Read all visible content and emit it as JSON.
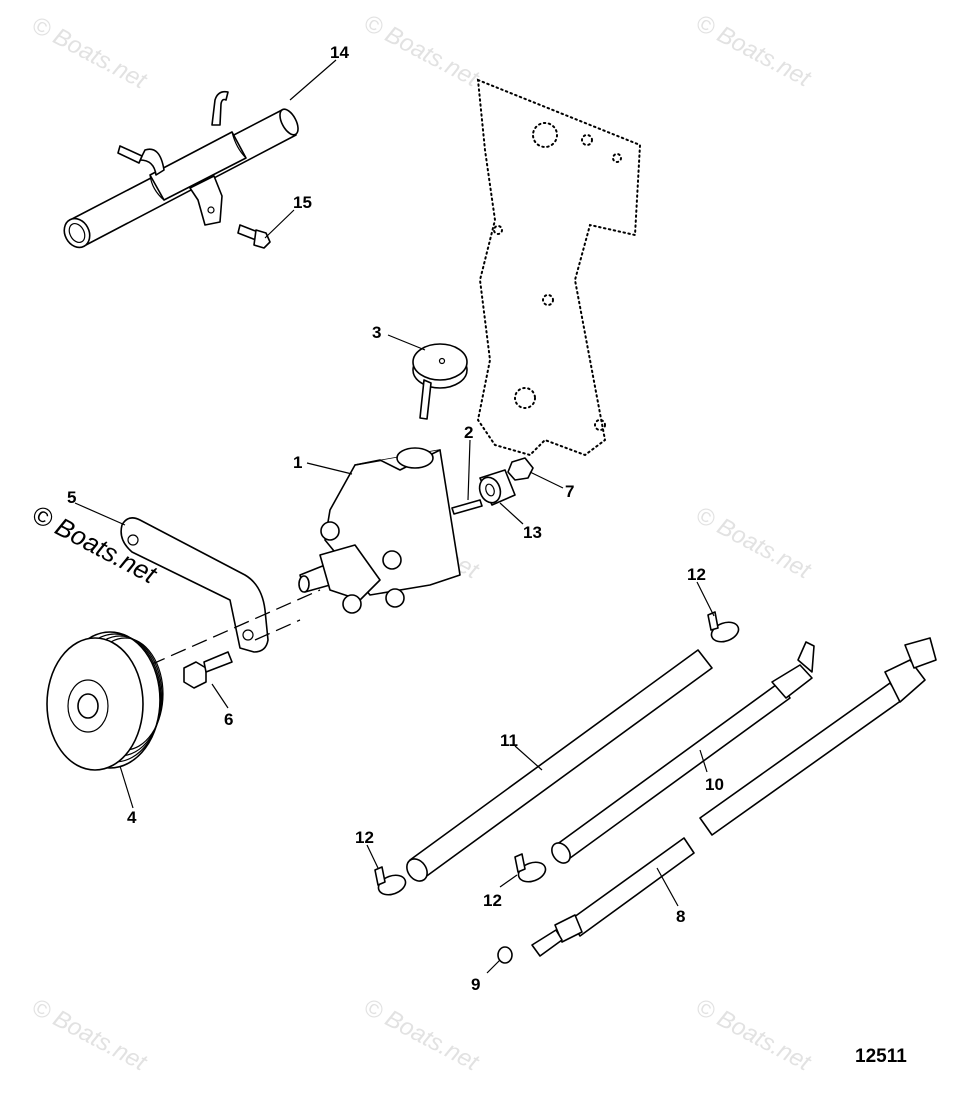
{
  "watermark": "© Boats.net",
  "reference_number": "12511",
  "callouts": {
    "c1": "1",
    "c2": "2",
    "c3": "3",
    "c4": "4",
    "c5": "5",
    "c6": "6",
    "c7": "7",
    "c8": "8",
    "c9": "9",
    "c10": "10",
    "c11": "11",
    "c12a": "12",
    "c12b": "12",
    "c12c": "12",
    "c13": "13",
    "c14": "14",
    "c15": "15"
  }
}
